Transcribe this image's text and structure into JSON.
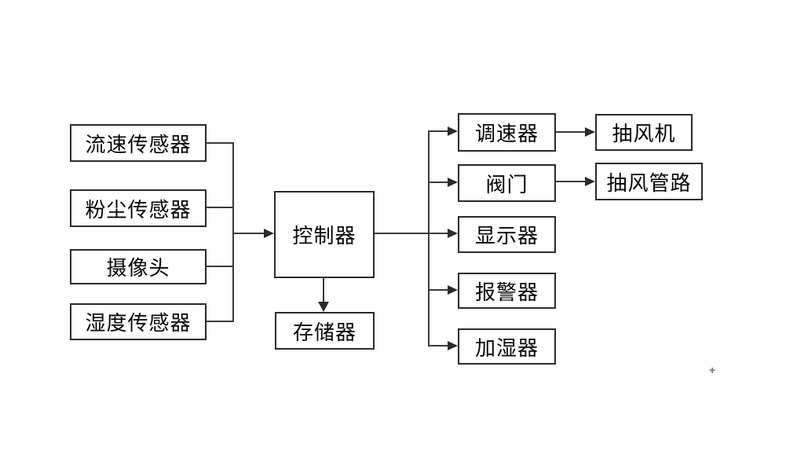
{
  "diagram": {
    "nodes": {
      "flow_sensor": {
        "label": "流速传感器"
      },
      "dust_sensor": {
        "label": "粉尘传感器"
      },
      "camera": {
        "label": "摄像头"
      },
      "humidity_sensor": {
        "label": "湿度传感器"
      },
      "controller": {
        "label": "控制器"
      },
      "storage": {
        "label": "存储器"
      },
      "speed_regulator": {
        "label": "调速器"
      },
      "valve": {
        "label": "阀门"
      },
      "display": {
        "label": "显示器"
      },
      "alarm": {
        "label": "报警器"
      },
      "humidifier": {
        "label": "加湿器"
      },
      "exhaust_fan": {
        "label": "抽风机"
      },
      "exhaust_duct": {
        "label": "抽风管路"
      }
    },
    "edges": [
      {
        "from": "flow_sensor",
        "to": "controller"
      },
      {
        "from": "dust_sensor",
        "to": "controller"
      },
      {
        "from": "camera",
        "to": "controller"
      },
      {
        "from": "humidity_sensor",
        "to": "controller"
      },
      {
        "from": "controller",
        "to": "storage"
      },
      {
        "from": "controller",
        "to": "speed_regulator"
      },
      {
        "from": "controller",
        "to": "valve"
      },
      {
        "from": "controller",
        "to": "display"
      },
      {
        "from": "controller",
        "to": "alarm"
      },
      {
        "from": "controller",
        "to": "humidifier"
      },
      {
        "from": "speed_regulator",
        "to": "exhaust_fan"
      },
      {
        "from": "valve",
        "to": "exhaust_duct"
      }
    ],
    "stray_mark": "+",
    "colors": {
      "background": "#ffffff",
      "box_border": "#2b2b2b",
      "line": "#3a3a3a",
      "text": "#050505",
      "stray_mark": "#6e6e6e"
    }
  }
}
